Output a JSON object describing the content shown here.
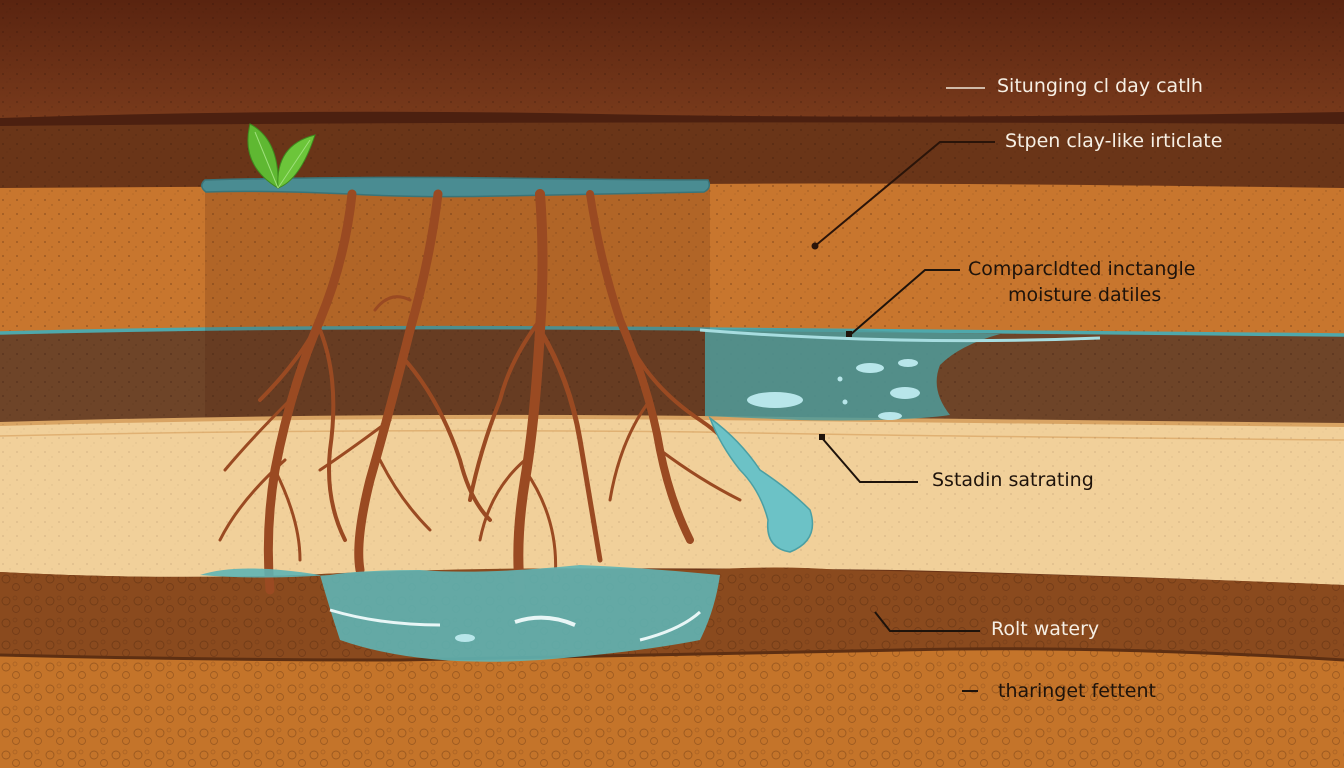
{
  "diagram": {
    "subject": "Soil cross-section showing plant roots and water movement through soil layers",
    "colors": {
      "top_soil": "#6e3519",
      "clay_band": "#5e2f16",
      "orange_soil": "#c9772f",
      "compacted_band": "#6f4526",
      "sand_layer": "#f2d29c",
      "deep_clay": "#8a4a1e",
      "bottom_soil": "#c4742a",
      "water": "#5fb4b4",
      "water_dark": "#3f8c8f",
      "root": "#9a4a22",
      "leaf": "#5fb832"
    },
    "labels": [
      {
        "id": "label-1",
        "text": "Situnging cl day catlh",
        "theme": "light"
      },
      {
        "id": "label-2",
        "text": "Stpen clay-like irticlate",
        "theme": "light"
      },
      {
        "id": "label-3",
        "lines": [
          "Comparcldted inctangle",
          "moisture datiles"
        ],
        "theme": "dark"
      },
      {
        "id": "label-4",
        "text": "Sstadin satrating",
        "theme": "dark"
      },
      {
        "id": "label-5",
        "text": "Rolt watery",
        "theme": "light"
      },
      {
        "id": "label-6",
        "text": "tharinget fettent",
        "theme": "dark"
      }
    ],
    "icons": [
      "leaf-icon",
      "root-system",
      "water-pool",
      "water-droplets"
    ]
  }
}
